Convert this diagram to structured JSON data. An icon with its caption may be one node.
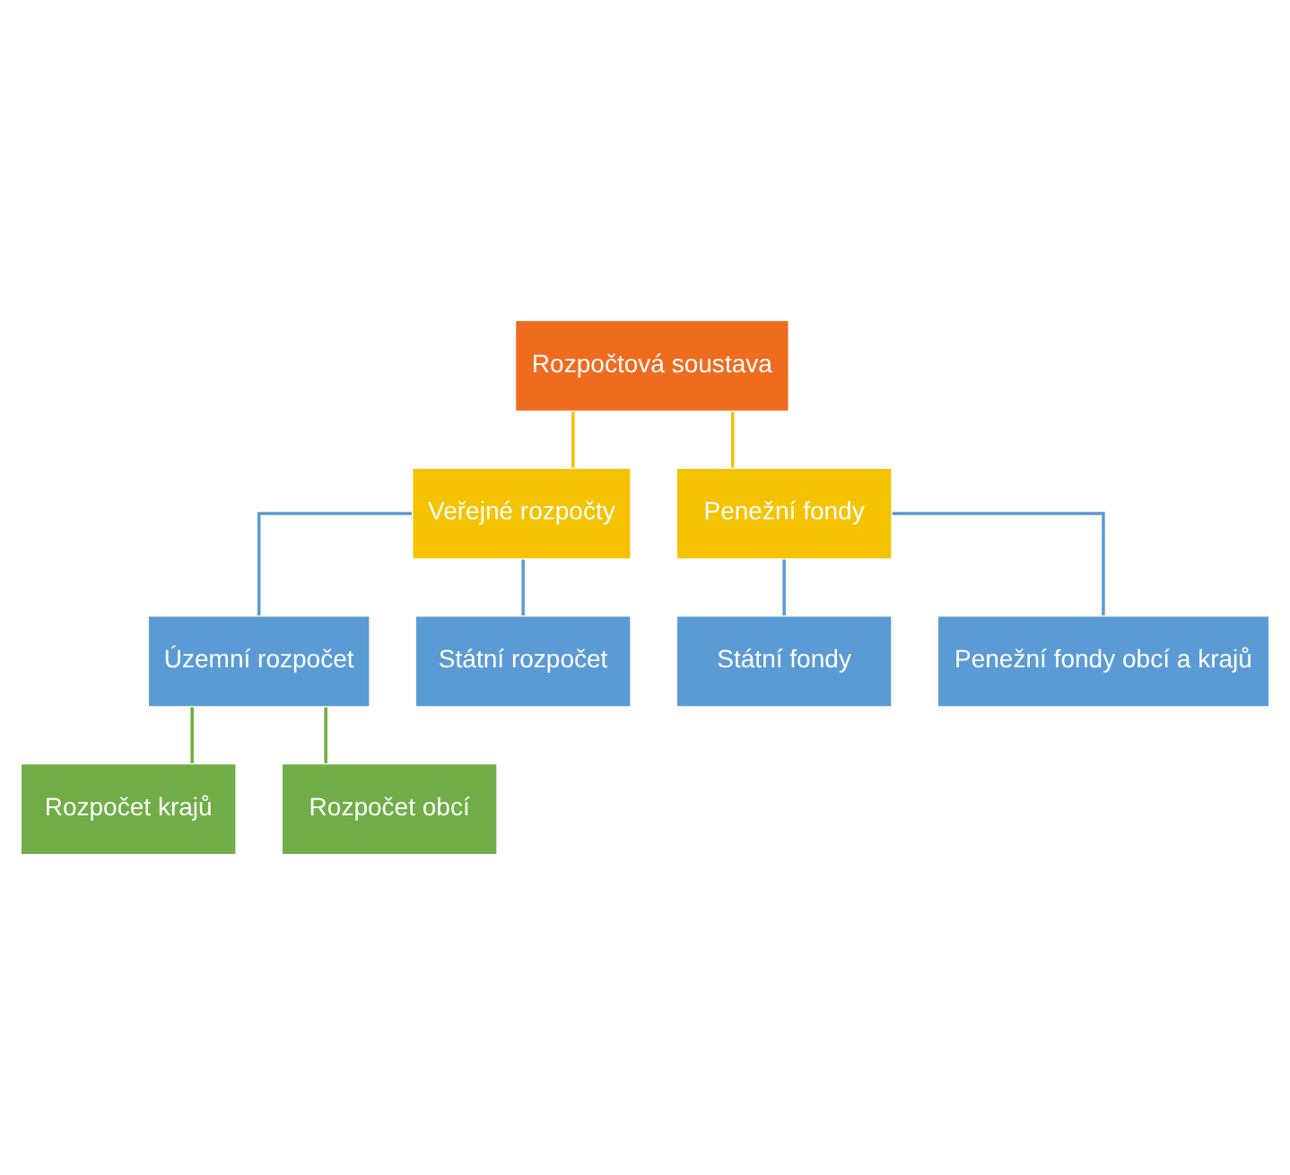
{
  "diagram": {
    "nodes": [
      {
        "text": [
          "Rozpočtová soustava"
        ]
      },
      {
        "text": [
          "Veřejné rozpočty"
        ]
      },
      {
        "text": [
          "Penežní fondy"
        ]
      },
      {
        "text": [
          "Územní rozpočet"
        ]
      },
      {
        "text": [
          "Státní rozpočet"
        ]
      },
      {
        "text": [
          "Rozpočet krajů"
        ]
      },
      {
        "text": [
          "Rozpočet obcí"
        ]
      },
      {
        "text": [
          "Státní fondy"
        ]
      },
      {
        "text": [
          "Penežní fondy obcí a krajů"
        ]
      }
    ],
    "edges": [
      {
        "from": 0,
        "to": 1,
        "arrow": "none",
        "color": "#f5c200"
      },
      {
        "from": 0,
        "to": 2,
        "arrow": "none",
        "color": "#f5c200"
      },
      {
        "from": 1,
        "to": 3,
        "arrow": "none"
      },
      {
        "from": 1,
        "to": 4,
        "arrow": "none"
      },
      {
        "from": 3,
        "to": 5,
        "arrow": "none",
        "color": "#6fad3c"
      },
      {
        "from": 3,
        "to": 6,
        "arrow": "none",
        "color": "#6fad3c"
      },
      {
        "from": 2,
        "to": 7,
        "arrow": "none"
      },
      {
        "from": 2,
        "to": 8,
        "arrow": "none"
      }
    ]
  }
}
